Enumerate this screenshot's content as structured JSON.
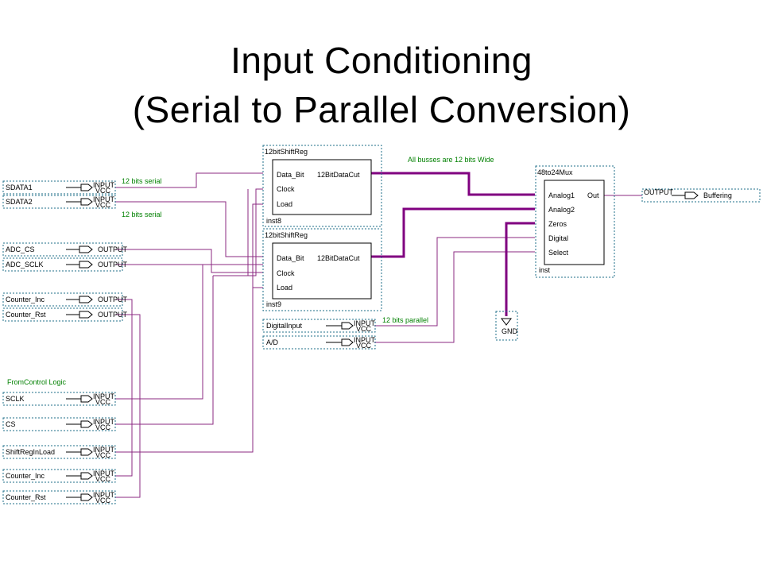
{
  "title": {
    "line1": "Input Conditioning",
    "line2": "(Serial to Parallel Conversion)"
  },
  "schematic": {
    "annotations": {
      "serial_top": "12 bits serial",
      "serial_bottom": "12 bits serial",
      "busses": "All busses are 12 bits Wide",
      "parallel": "12 bits parallel",
      "control": "FromControl Logic"
    },
    "pin_types": {
      "input": "INPUT",
      "vcc": "VCC",
      "output": "OUTPUT"
    },
    "shift_reg_top": {
      "type": "12bitShiftReg",
      "inst": "inst8",
      "ports": [
        "Data_Bit",
        "Clock",
        "Load"
      ],
      "out": "12BitDataCut"
    },
    "shift_reg_bottom": {
      "type": "12bitShiftReg",
      "inst": "inst9",
      "ports": [
        "Data_Bit",
        "Clock",
        "Load"
      ],
      "out": "12BitDataCut"
    },
    "mux": {
      "type": "48to24Mux",
      "inst": "inst",
      "ports": [
        "Analog1",
        "Analog2",
        "Zeros",
        "Digital",
        "Select"
      ],
      "out": "Out"
    },
    "gnd": "GND",
    "pins_left": {
      "sdata1": "SDATA1",
      "sdata2": "SDATA2",
      "adc_cs": "ADC_CS",
      "adc_sclk": "ADC_SCLK",
      "counter_inc_out": "Counter_Inc",
      "counter_rst_out": "Counter_Rst",
      "sclk": "SCLK",
      "cs": "CS",
      "shift_reg_in_load": "ShiftRegInLoad",
      "counter_inc_in": "Counter_Inc",
      "counter_rst_in": "Counter_Rst"
    },
    "pins_mid": {
      "digital_input": "DigitalInput",
      "ad": "A/D"
    },
    "output_right": "Buffering"
  }
}
